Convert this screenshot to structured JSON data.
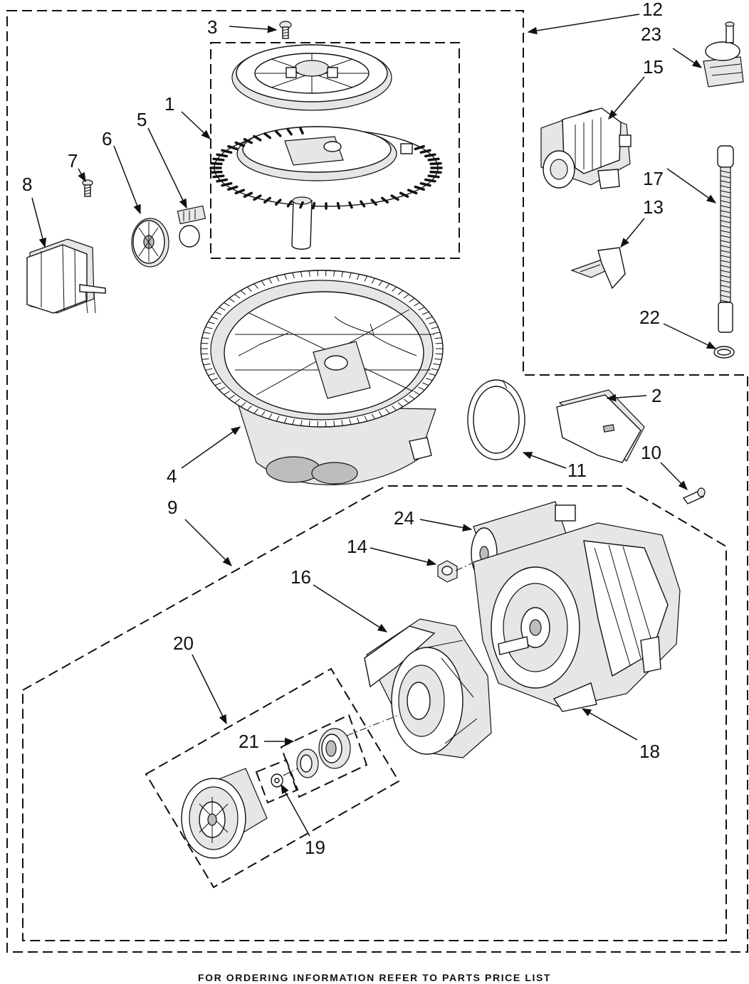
{
  "callouts": [
    "1",
    "2",
    "3",
    "4",
    "5",
    "6",
    "7",
    "8",
    "9",
    "10",
    "11",
    "12",
    "13",
    "14",
    "15",
    "16",
    "17",
    "18",
    "19",
    "20",
    "21",
    "22",
    "23",
    "24"
  ],
  "footer": "FOR ORDERING INFORMATION REFER TO PARTS PRICE LIST",
  "colors": {
    "ink": "#111111",
    "paper": "#ffffff",
    "shade": "#e6e6e6",
    "dark_shade": "#bdbdbd"
  }
}
